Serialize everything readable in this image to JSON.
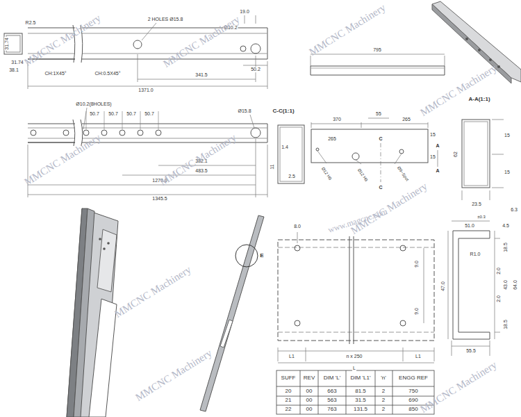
{
  "diagram": {
    "labels": [
      "R2.5",
      "31.74",
      "38.1",
      "31.74",
      "2 HOLES Ø15.8",
      "19.0",
      "Ø10.2",
      "CH:1X45°",
      "CH:0.5X45°",
      "341.5",
      "50.2",
      "1371.0",
      "Ø10.2(8HOLES)",
      "50.7",
      "50.7",
      "50.7",
      "50.7",
      "Ø15.8",
      "382.1",
      "483.5",
      "1270.0",
      "1345.5",
      "795",
      "C-C(1:1)",
      "A-A(1:1)",
      "370",
      "55",
      "265",
      "265",
      "C",
      "C",
      "A",
      "A",
      "15",
      "15",
      "1.4",
      "11",
      "2.5",
      "Ø12 H9",
      "Ø12 H9",
      "Ø9~Spot",
      "15",
      "15",
      "62",
      "23.5",
      "6.3",
      "8.0",
      "9.0",
      "9.0",
      "L1",
      "n x 250",
      "L1",
      "L",
      "51.0",
      "±0.3",
      "4.5",
      "R1.0",
      "47.0",
      "18.5",
      "2.0",
      "2.0",
      "43.0",
      "18.5",
      "64.0",
      "55.5",
      "E",
      "SUFF",
      "REV",
      "DIM 'L'",
      "DIM 'L1'",
      "'n'",
      "ENGG REF",
      "20",
      "00",
      "663",
      "81.5",
      "2",
      "750",
      "21",
      "00",
      "563",
      "31.5",
      "2",
      "690",
      "22",
      "00",
      "763",
      "131.5",
      "2",
      "850",
      "MMCNC Machinery",
      "MMCNC Machinery",
      "MMCNC Machinery",
      "MMCNC Machinery",
      "MMCNC Machinery",
      "MMCNC Machinery",
      "MMCNC Machinery",
      "MMCNC Machinery",
      "MMCNC Machinery",
      "MMCNC Machinery",
      "www.magcnc.com"
    ]
  }
}
